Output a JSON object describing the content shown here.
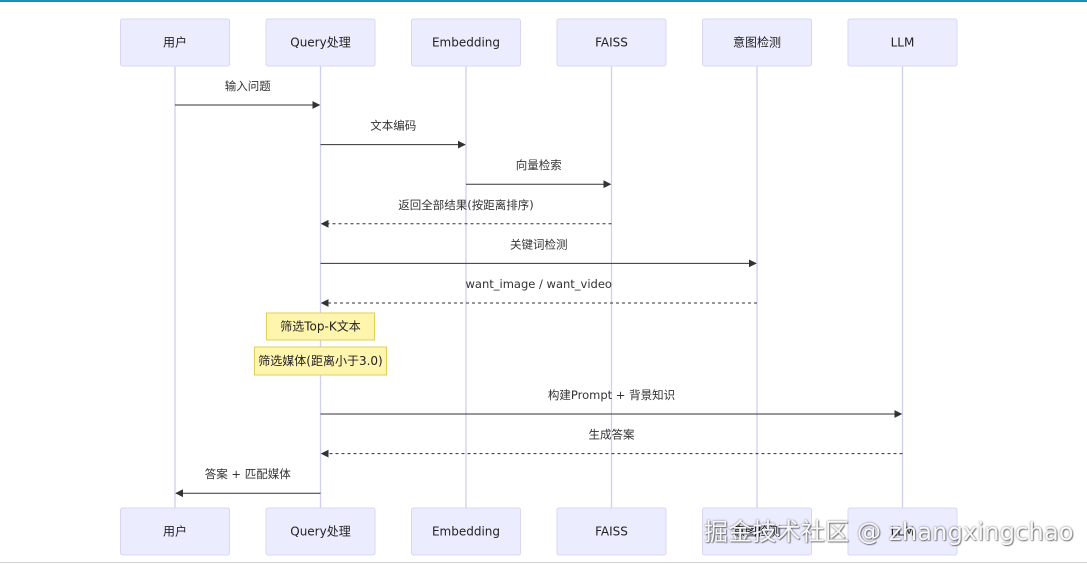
{
  "actors": [
    {
      "id": "user",
      "label": "用户"
    },
    {
      "id": "query",
      "label": "Query处理"
    },
    {
      "id": "embedding",
      "label": "Embedding"
    },
    {
      "id": "faiss",
      "label": "FAISS"
    },
    {
      "id": "intent",
      "label": "意图检测"
    },
    {
      "id": "llm",
      "label": "LLM"
    }
  ],
  "messages": [
    {
      "from": "user",
      "to": "query",
      "label": "输入问题",
      "style": "solid"
    },
    {
      "from": "query",
      "to": "embedding",
      "label": "文本编码",
      "style": "solid"
    },
    {
      "from": "embedding",
      "to": "faiss",
      "label": "向量检索",
      "style": "solid"
    },
    {
      "from": "faiss",
      "to": "query",
      "label": "返回全部结果(按距离排序)",
      "style": "dashed"
    },
    {
      "from": "query",
      "to": "intent",
      "label": "关键词检测",
      "style": "solid"
    },
    {
      "from": "intent",
      "to": "query",
      "label": "want_image / want_video",
      "style": "dashed"
    },
    {
      "from": "query",
      "to": "llm",
      "label": "构建Prompt + 背景知识",
      "style": "solid"
    },
    {
      "from": "llm",
      "to": "query",
      "label": "生成答案",
      "style": "dashed"
    },
    {
      "from": "query",
      "to": "user",
      "label": "答案 + 匹配媒体",
      "style": "solid"
    }
  ],
  "notes": [
    {
      "over": "query",
      "label": "筛选Top-K文本"
    },
    {
      "over": "query",
      "label": "筛选媒体(距离小于3.0)"
    }
  ],
  "watermark": "掘金技术社区 @ zhangxingchao",
  "colors": {
    "actor_fill": "#ececff",
    "actor_border": "#d7d7f5",
    "lifeline": "#cfcfef",
    "note_fill": "#fff5ad",
    "note_border": "#e0cf55",
    "arrow": "#333333",
    "top_rule": "#1b8fb3"
  }
}
